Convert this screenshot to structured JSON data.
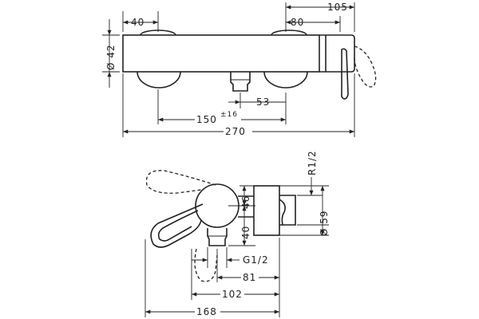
{
  "top_view": {
    "d_left": "40",
    "d_width": "105",
    "d_right": "80",
    "d_dia": "Ø 42",
    "d_outlet": "53",
    "d_centers": "150",
    "d_tol": "±16",
    "d_total": "270"
  },
  "side_view": {
    "d_thread": "R1/2",
    "d_46": "46",
    "d_40": "40",
    "d_59": "Ø 59",
    "d_g": "G1/2",
    "d_81": "81",
    "d_102": "102",
    "d_168": "168"
  }
}
